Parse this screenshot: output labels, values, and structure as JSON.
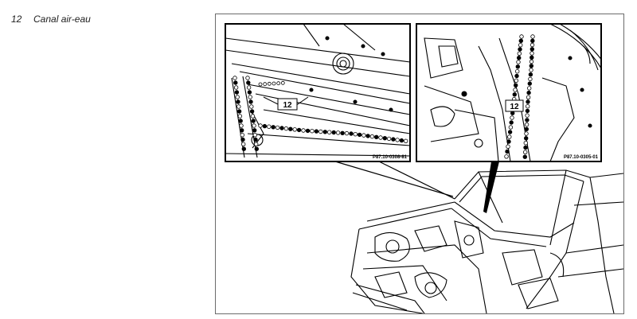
{
  "legend": {
    "items": [
      {
        "number": "12",
        "label": "Canal air-eau"
      }
    ]
  },
  "figure": {
    "callouts": {
      "left": "12",
      "right": "12"
    },
    "refs": {
      "left": "P87.10-0308-81",
      "right": "P87.10-0305-01"
    }
  }
}
